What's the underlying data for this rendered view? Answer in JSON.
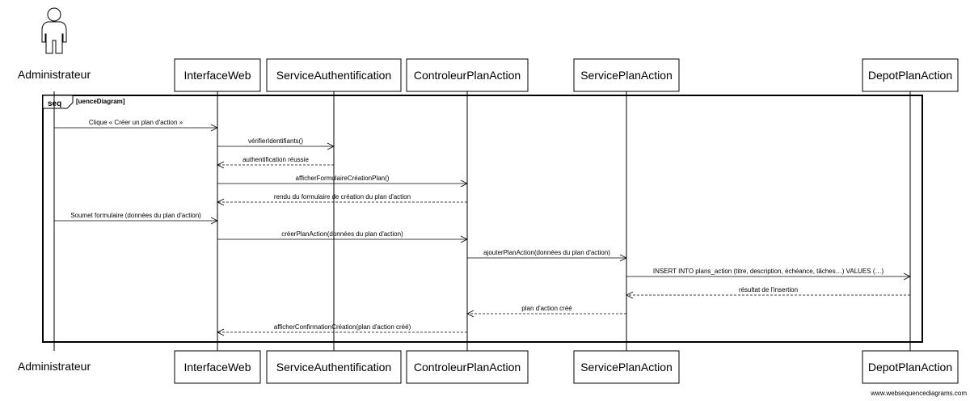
{
  "participants": [
    {
      "id": "admin",
      "label": "Administrateur",
      "kind": "actor"
    },
    {
      "id": "web",
      "label": "InterfaceWeb",
      "kind": "box"
    },
    {
      "id": "auth",
      "label": "ServiceAuthentification",
      "kind": "box"
    },
    {
      "id": "ctrl",
      "label": "ControleurPlanAction",
      "kind": "box"
    },
    {
      "id": "svc",
      "label": "ServicePlanAction",
      "kind": "box"
    },
    {
      "id": "repo",
      "label": "DepotPlanAction",
      "kind": "box"
    }
  ],
  "frame": {
    "label": "seq",
    "text": "[uenceDiagram]"
  },
  "messages": [
    {
      "from": "admin",
      "to": "web",
      "label": "Clique « Créer un plan d'action »",
      "style": "sync"
    },
    {
      "from": "web",
      "to": "auth",
      "label": "vérifierIdentifiants()",
      "style": "sync"
    },
    {
      "from": "auth",
      "to": "web",
      "label": "authentification réussie",
      "style": "reply"
    },
    {
      "from": "web",
      "to": "ctrl",
      "label": "afficherFormulaireCréationPlan()",
      "style": "sync"
    },
    {
      "from": "ctrl",
      "to": "web",
      "label": "rendu du formulaire de création du plan d'action",
      "style": "reply"
    },
    {
      "from": "admin",
      "to": "web",
      "label": "Soumet formulaire (données du plan d'action)",
      "style": "sync"
    },
    {
      "from": "web",
      "to": "ctrl",
      "label": "créerPlanAction(données du plan d'action)",
      "style": "sync"
    },
    {
      "from": "ctrl",
      "to": "svc",
      "label": "ajouterPlanAction(données du plan d'action)",
      "style": "sync"
    },
    {
      "from": "svc",
      "to": "repo",
      "label": "INSERT INTO plans_action (titre, description, échéance, tâches…) VALUES (…)",
      "style": "sync"
    },
    {
      "from": "repo",
      "to": "svc",
      "label": "résultat de l'insertion",
      "style": "reply"
    },
    {
      "from": "svc",
      "to": "ctrl",
      "label": "plan d'action créé",
      "style": "reply"
    },
    {
      "from": "ctrl",
      "to": "web",
      "label": "afficherConfirmationCréation(plan d'action créé)",
      "style": "reply"
    }
  ],
  "footer": "www.websequencediagrams.com",
  "colors": {
    "line": "#000000",
    "dashed": "#000000",
    "background": "#ffffff"
  }
}
